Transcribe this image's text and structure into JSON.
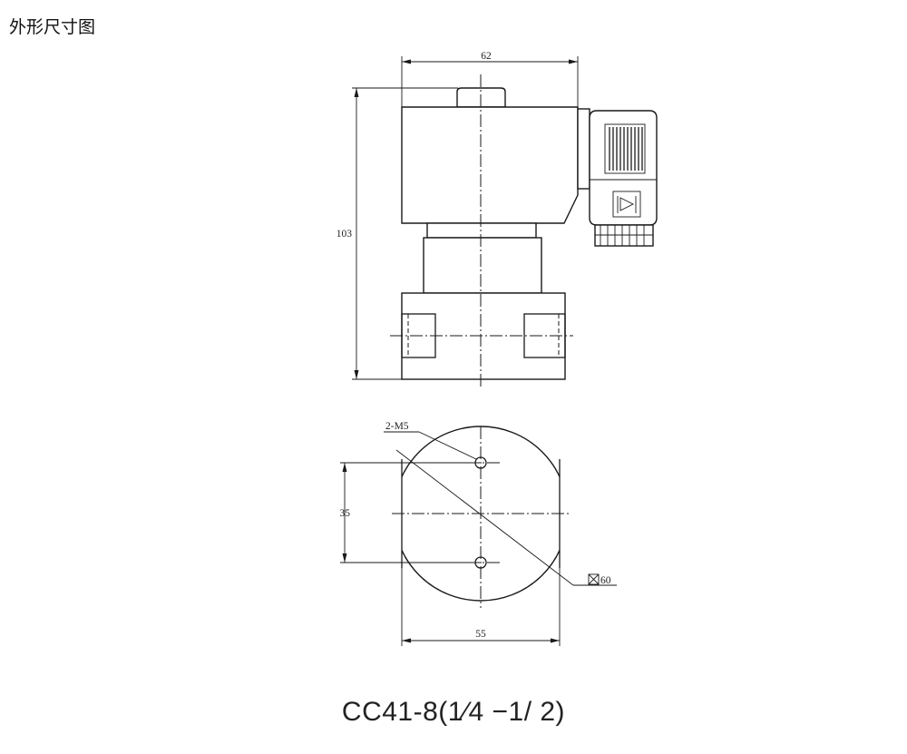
{
  "page": {
    "title": "外形尺寸图",
    "model": "CC41-8(1⁄4 −1/ 2)"
  },
  "dimensions": {
    "width_top": "62",
    "height_total": "103",
    "hole_spacing": "35",
    "body_width": "55",
    "square_size": "60",
    "holes_callout": "2-M5"
  }
}
